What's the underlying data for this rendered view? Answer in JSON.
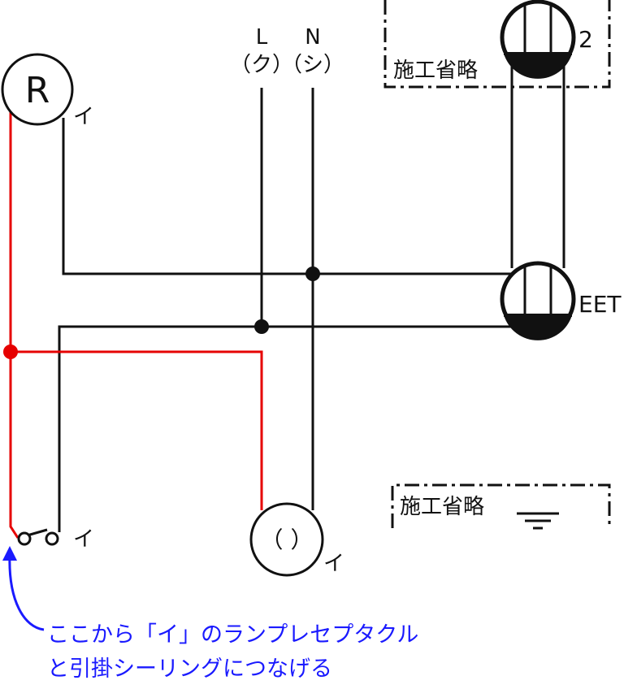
{
  "labels": {
    "L": "L",
    "L_sub": "（ク）",
    "N": "N",
    "N_sub": "（シ）",
    "R": "R",
    "i_R": "イ",
    "i_switch": "イ",
    "i_receptacle": "イ",
    "receptacle_symbol": "（ ）",
    "omit_top": "施工省略",
    "omit_bottom": "施工省略",
    "count_2": "2",
    "eet": "EET"
  },
  "annotation": {
    "line1": "ここから「イ」のランプレセプタクル",
    "line2": "と引掛シーリングにつなげる"
  },
  "colors": {
    "wire": "#111111",
    "red_wire": "#e60000",
    "annotation": "#1a1aff"
  }
}
